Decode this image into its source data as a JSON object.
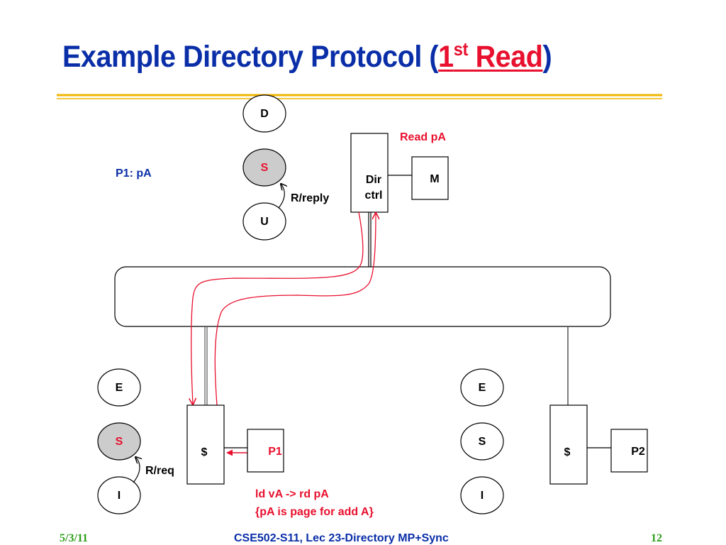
{
  "slide": {
    "title_prefix": "Example Directory Protocol (",
    "title_ordinal_number": "1",
    "title_ordinal_suffix": "st",
    "title_highlight": " Read",
    "title_suffix": ")"
  },
  "directory_states": {
    "top": "D",
    "middle": "S",
    "bottom": "U",
    "active": "S",
    "transition_label": "R/reply"
  },
  "directory": {
    "controller_line1": "Dir",
    "controller_line2": "ctrl",
    "memory_label": "M",
    "request_label": "Read pA"
  },
  "annotation_mapping": "P1: pA",
  "processor1": {
    "states": [
      "E",
      "S",
      "I"
    ],
    "active_state": "S",
    "transition_label": "R/req",
    "cache_label": "$",
    "processor_label": "P1",
    "operation_line1": "ld vA -> rd pA",
    "operation_line2": "{pA is page for add A}"
  },
  "processor2": {
    "states": [
      "E",
      "S",
      "I"
    ],
    "cache_label": "$",
    "processor_label": "P2"
  },
  "colors": {
    "title_blue": "#0a2ea8",
    "highlight_red": "#e8102e",
    "divider_gold": "#f0b400",
    "active_state_fill": "#cccccc",
    "footer_green": "#2e9e1c"
  },
  "footer": {
    "date": "5/3/11",
    "course": "CSE502-S11, Lec 23-Directory MP+Sync",
    "page": "12"
  }
}
